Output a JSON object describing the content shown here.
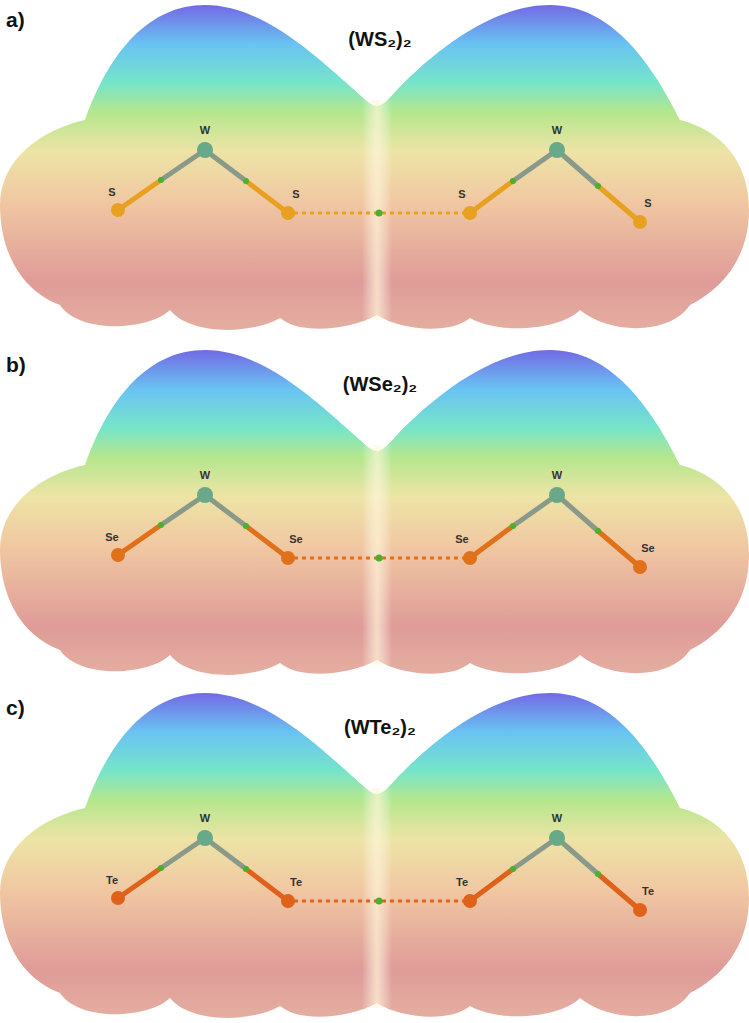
{
  "diagram": {
    "labels": [
      "a)",
      "(WS₂)₂",
      "W",
      "S",
      "S",
      "W",
      "S",
      "S",
      "b)",
      "(WSe₂)₂",
      "W",
      "Se",
      "Se",
      "W",
      "Se",
      "Se",
      "c)",
      "(WTe₂)₂",
      "W",
      "Te",
      "Te",
      "W",
      "Te",
      "Te"
    ]
  }
}
